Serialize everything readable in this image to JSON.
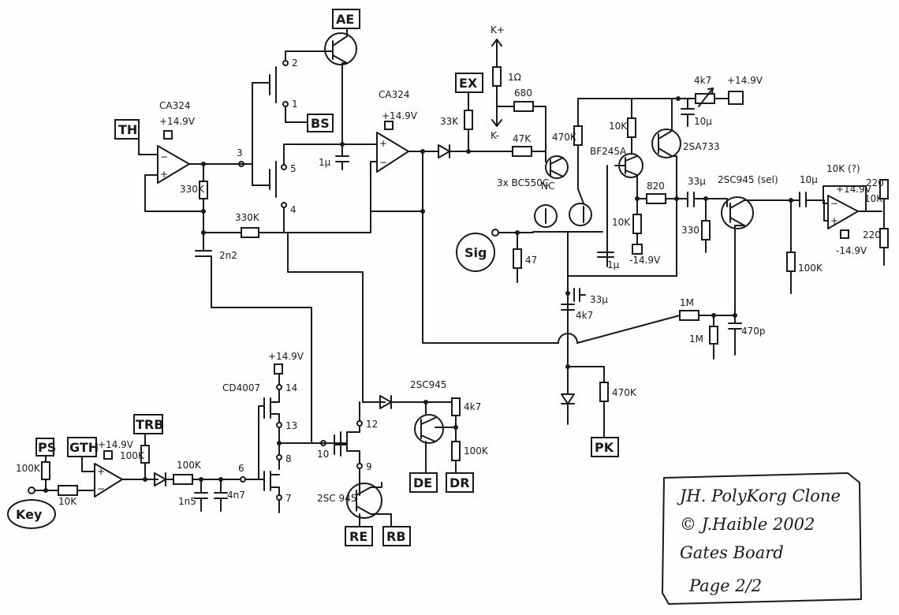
{
  "terminals": {
    "th": "TH",
    "ae": "AE",
    "bs": "BS",
    "ex": "EX",
    "sig": "Sig",
    "ps": "PS",
    "gth": "GTH",
    "trb": "TRB",
    "key": "Key",
    "re": "RE",
    "rb": "RB",
    "de": "DE",
    "dr": "DR",
    "pk": "PK"
  },
  "parts": {
    "opamp1": "CA324",
    "opamp2": "CA324",
    "cmos": "CD4007",
    "q_bc": "3x BC550C",
    "q_jfet": "BF245A",
    "q_pnp": "2SA733",
    "q_out": "2SC945 (sel)",
    "q_de": "2SC945",
    "q_re": "2SC 945",
    "nc": "NC"
  },
  "supplies": {
    "v1": "+14.9V",
    "v2": "+14.9V",
    "v3": "+14.9V",
    "v4": "+14.9V",
    "v5": "+14.9V",
    "vneg1": "-14.9V",
    "vneg2": "-14.9V",
    "kplus": "K+",
    "kminus": "K-"
  },
  "values": {
    "r330k_a": "330K",
    "r330k_b": "330K",
    "c2n2": "2n2",
    "c1u": "1µ",
    "r33k": "33K",
    "r1r": "1Ω",
    "r680": "680",
    "r47k": "47K",
    "r470k_a": "470K",
    "r10k_a": "10K",
    "r10k_b": "10K",
    "r47": "47",
    "c1u_b": "1µ",
    "r820": "820",
    "c33u_a": "33µ",
    "r330": "330",
    "c10u_a": "10µ",
    "c10u_b": "10µ",
    "r4k7_top": "4k7",
    "r100k_a": "100K",
    "r104": "10K (?)",
    "r10k_c": "10K",
    "r220_a": "220",
    "r220_b": "220",
    "c33u_b": "33µ",
    "r4k7_mid": "4k7",
    "r1m_a": "1M",
    "r1m_b": "1M",
    "c470p": "470p",
    "r470k_b": "470K",
    "r100k_ps": "100K",
    "r10k_key": "10K",
    "r100k_trb": "100K",
    "r100k_d": "100K",
    "c1n5": "1n5",
    "c4n7": "4n7",
    "r4k7_de": "4k7",
    "r100k_dr": "100K"
  },
  "pins": {
    "p1": "1",
    "p2": "2",
    "p3": "3",
    "p4": "4",
    "p5": "5",
    "p6": "6",
    "p7": "7",
    "p8": "8",
    "p9": "9",
    "p10": "10",
    "p12": "12",
    "p13": "13",
    "p14": "14"
  },
  "title_block": {
    "line1": "JH. PolyKorg Clone",
    "line2": "© J.Haible 2002",
    "line3": "Gates Board",
    "line4": "Page 2/2"
  }
}
